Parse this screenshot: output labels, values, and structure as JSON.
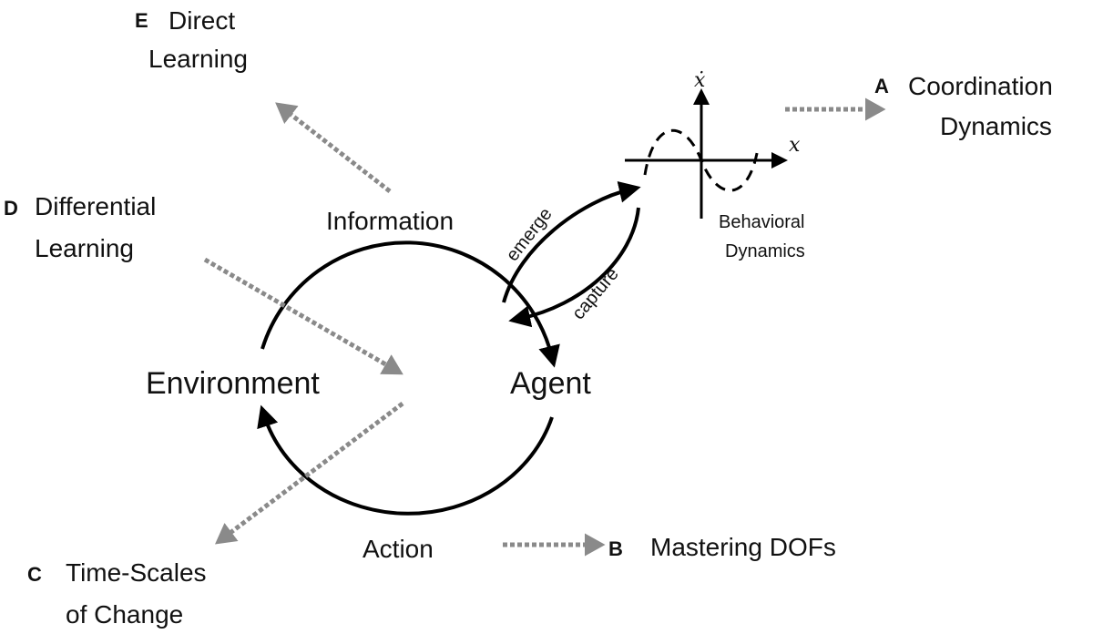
{
  "labels": {
    "E": {
      "letter": "E",
      "line1": "Direct",
      "line2": "Learning"
    },
    "D": {
      "letter": "D",
      "line1": "Differential",
      "line2": "Learning"
    },
    "C": {
      "letter": "C",
      "line1": "Time-Scales",
      "line2": "of Change"
    },
    "B": {
      "letter": "B",
      "line1": "Mastering DOFs"
    },
    "A": {
      "letter": "A",
      "line1": "Coordination",
      "line2": "Dynamics"
    }
  },
  "cycle": {
    "information": "Information",
    "environment": "Environment",
    "agent": "Agent",
    "action": "Action",
    "emerge": "emerge",
    "capture": "capture"
  },
  "phase_plot": {
    "y_axis": "ẋ",
    "x_axis": "x",
    "caption_line1": "Behavioral",
    "caption_line2": "Dynamics"
  },
  "colors": {
    "arrows": "#000000",
    "dotted_arrows": "#8a8a8a"
  }
}
